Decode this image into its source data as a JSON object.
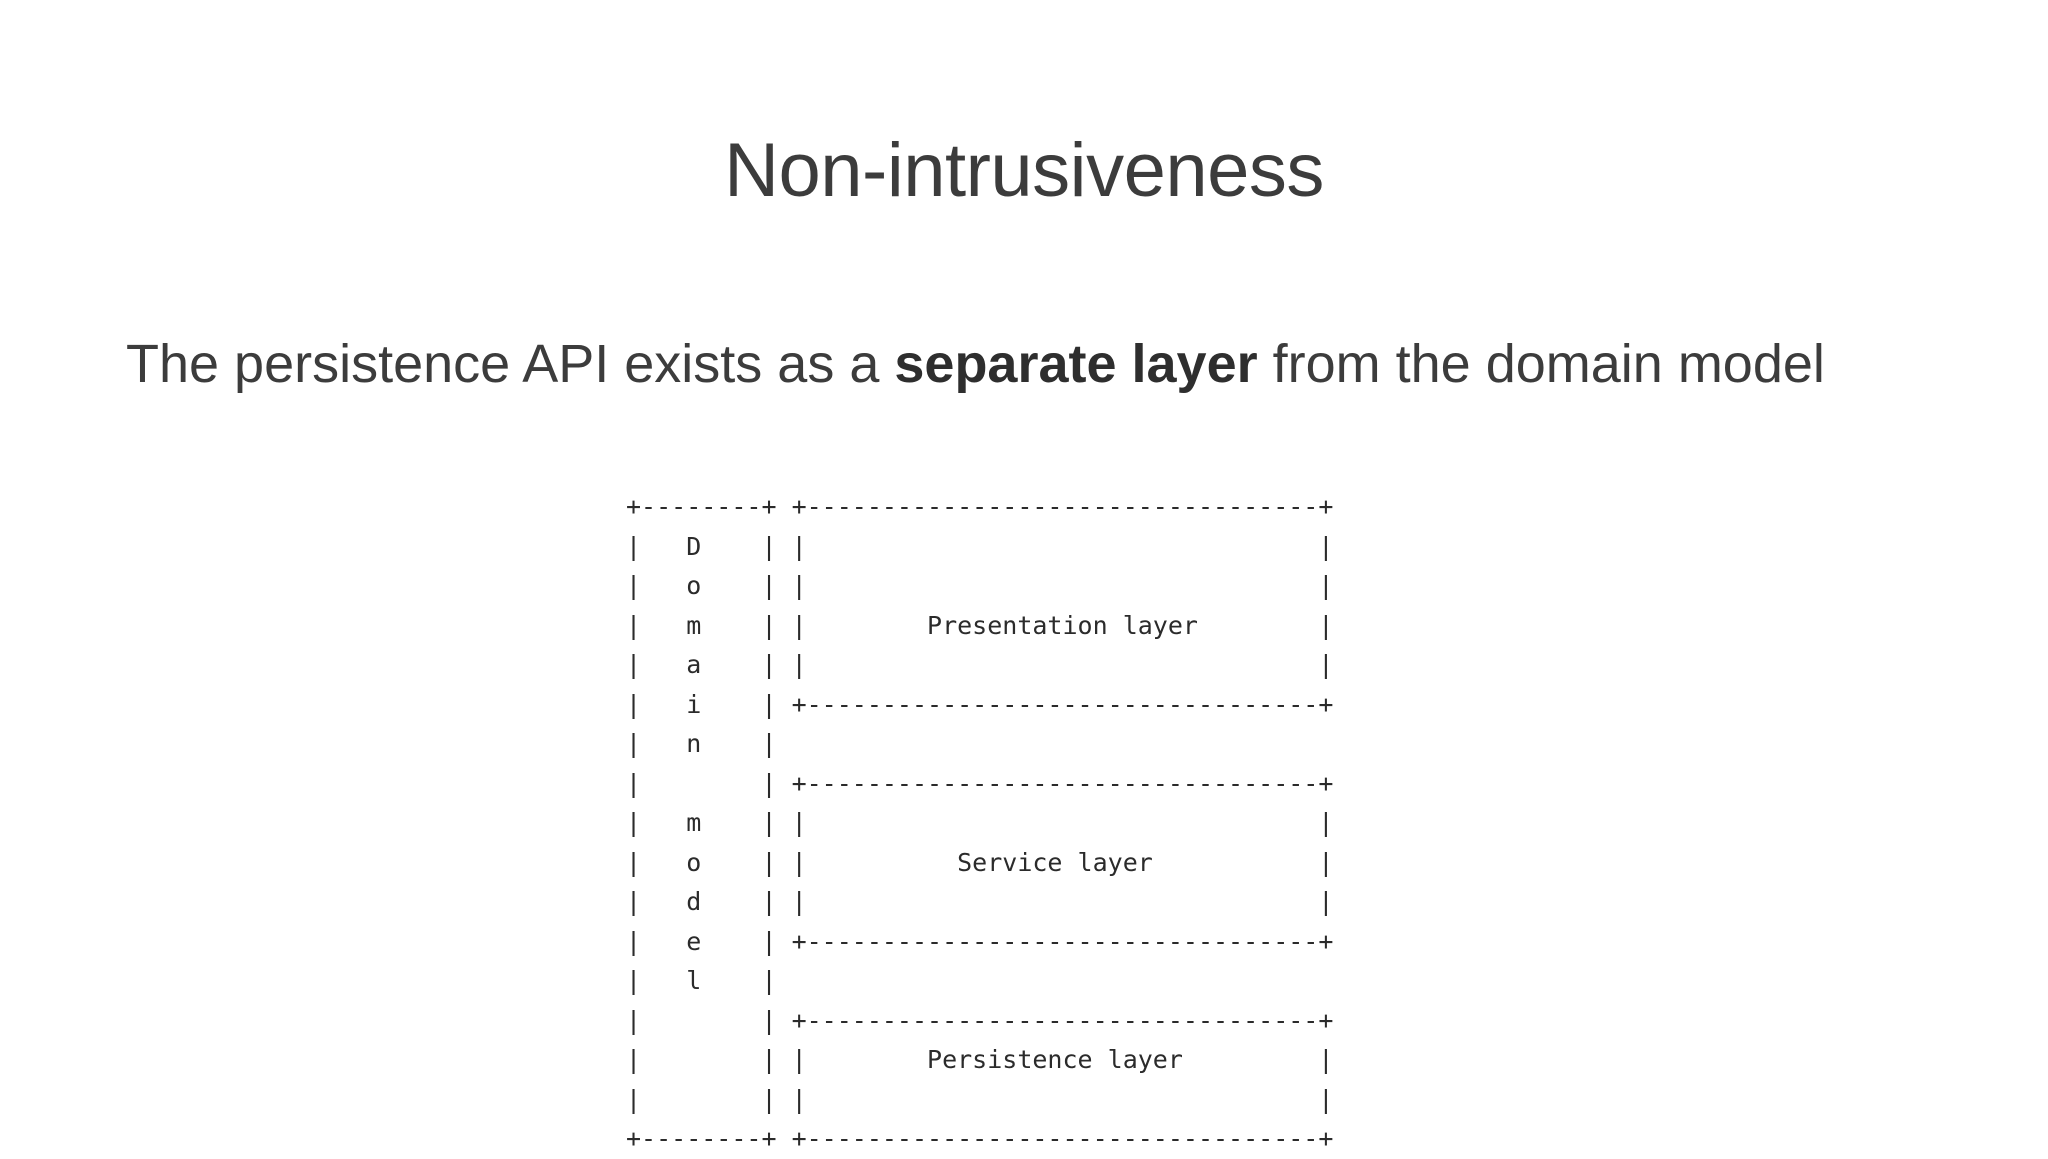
{
  "slide": {
    "title": "Non-intrusiveness",
    "body": {
      "part1": "The persistence API exists as a ",
      "emphasis": "separate layer",
      "part2": " from the domain model"
    },
    "colors": {
      "background": "#ffffff",
      "text": "#3c3c3c",
      "emphasis_text": "#2e2e2e",
      "diagram_ink": "#2b2b2b"
    }
  },
  "diagram": {
    "type": "ascii-art-layered-architecture",
    "vertical_label": "Domain model",
    "vertical_label_chars": [
      "D",
      "o",
      "m",
      "a",
      "i",
      "n",
      " ",
      "m",
      "o",
      "d",
      "e",
      "l"
    ],
    "layers": [
      "Presentation layer",
      "Service layer",
      "Persistence layer"
    ],
    "lines": [
      "+--------+ +----------------------------------+",
      "|   D    | |                                  |",
      "|   o    | |                                  |",
      "|   m    | |        Presentation layer        |",
      "|   a    | |                                  |",
      "|   i    | +----------------------------------+",
      "|   n    |                                     ",
      "|        | +----------------------------------+",
      "|   m    | |                                  |",
      "|   o    | |          Service layer           |",
      "|   d    | |                                  |",
      "|   e    | +----------------------------------+",
      "|   l    |                                     ",
      "|        | +----------------------------------+",
      "|        | |                                  |",
      "+--------+ +----------------------------------+"
    ],
    "ascii_rows": [
      {
        "id": "row-top-border",
        "left": "+--------+",
        "gap": " ",
        "right": "+----------------------------------+"
      },
      {
        "id": "row-1",
        "left": "|   D    |",
        "gap": " ",
        "right": "|                                  |"
      },
      {
        "id": "row-2",
        "left": "|   o    |",
        "gap": " ",
        "right": "|                                  |"
      },
      {
        "id": "row-3",
        "left": "|   m    |",
        "gap": " ",
        "right": "|        Presentation layer        |"
      },
      {
        "id": "row-4",
        "left": "|   a    |",
        "gap": " ",
        "right": "|                                  |"
      },
      {
        "id": "row-5",
        "left": "|   i    |",
        "gap": " ",
        "right": "+----------------------------------+"
      },
      {
        "id": "row-6",
        "left": "|   n    |",
        "gap": " ",
        "right": "                                    "
      },
      {
        "id": "row-7",
        "left": "|        |",
        "gap": " ",
        "right": "+----------------------------------+"
      },
      {
        "id": "row-8",
        "left": "|   m    |",
        "gap": " ",
        "right": "|                                  |"
      },
      {
        "id": "row-9",
        "left": "|   o    |",
        "gap": " ",
        "right": "|          Service layer           |"
      },
      {
        "id": "row-10",
        "left": "|   d    |",
        "gap": " ",
        "right": "|                                  |"
      },
      {
        "id": "row-11",
        "left": "|   e    |",
        "gap": " ",
        "right": "+----------------------------------+"
      },
      {
        "id": "row-12",
        "left": "|   l    |",
        "gap": " ",
        "right": "                                    "
      },
      {
        "id": "row-13",
        "left": "|        |",
        "gap": " ",
        "right": "+----------------------------------+"
      },
      {
        "id": "row-14",
        "left": "|        |",
        "gap": " ",
        "right": "|        Persistence layer         |"
      },
      {
        "id": "row-15",
        "left": "|        |",
        "gap": " ",
        "right": "|                                  |"
      },
      {
        "id": "row-bottom-border",
        "left": "+--------+",
        "gap": " ",
        "right": "+----------------------------------+"
      }
    ]
  }
}
